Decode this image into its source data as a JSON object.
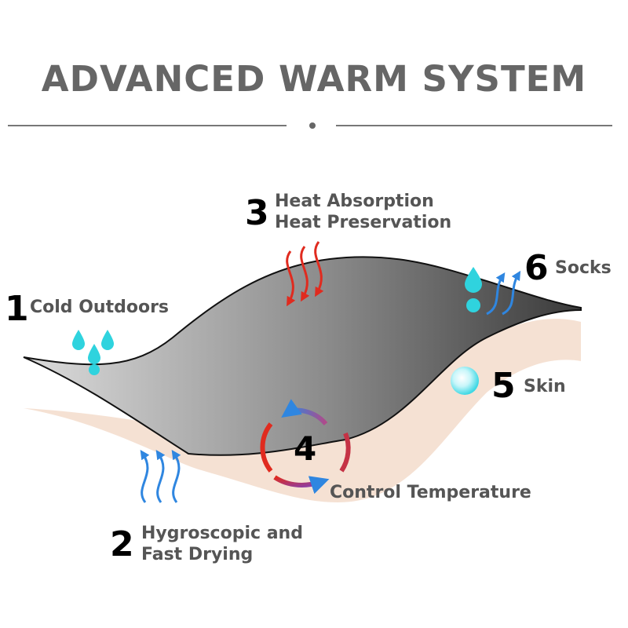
{
  "title": "ADVANCED WARM SYSTEM",
  "colors": {
    "title_text": "#666666",
    "label_text": "#555555",
    "number_text": "#000000",
    "divider": "#777777",
    "sock_layer_dark": "#3a3a3a",
    "sock_layer_light": "#dcdcdc",
    "skin_layer": "#f3dccb",
    "heat_arrows": "#e02b1f",
    "moisture_arrows": "#2f86e0",
    "water_drops": "#2fd3de"
  },
  "steps": [
    {
      "number": "1",
      "label": "Cold Outdoors"
    },
    {
      "number": "2",
      "label_line1": "Hygroscopic and",
      "label_line2": "Fast Drying"
    },
    {
      "number": "3",
      "label_line1": "Heat Absorption",
      "label_line2": "Heat Preservation"
    },
    {
      "number": "4",
      "label": "Control Temperature"
    },
    {
      "number": "5",
      "label": "Skin"
    },
    {
      "number": "6",
      "label": "Socks"
    }
  ],
  "icons": {
    "water_drops": "water-drop-icon",
    "heat_waves": "heat-wave-arrow-icon",
    "moisture_waves": "moisture-wave-arrow-icon",
    "cycle": "temperature-cycle-icon",
    "skin_bubble": "skin-bubble-icon"
  }
}
